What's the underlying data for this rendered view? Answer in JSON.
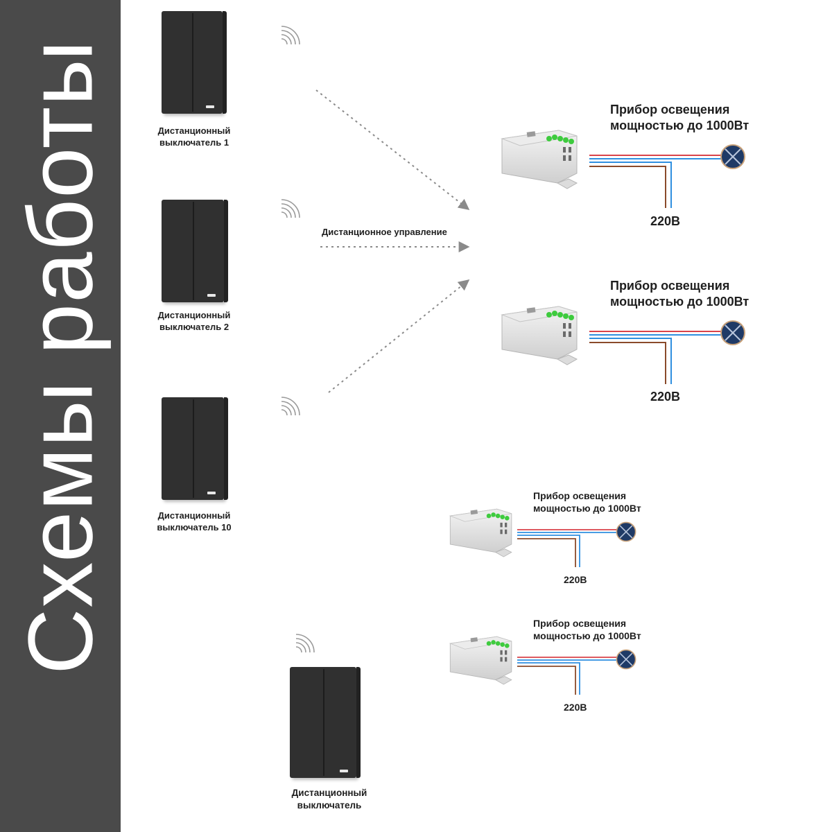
{
  "page": {
    "title": "Схемы работы"
  },
  "switches": [
    {
      "line1": "Дистанционный",
      "line2": "выключатель 1"
    },
    {
      "line1": "Дистанционный",
      "line2": "выключатель 2"
    },
    {
      "line1": "Дистанционный",
      "line2": "выключатель 10"
    },
    {
      "line1": "Дистанционный",
      "line2": "выключатель"
    }
  ],
  "remote_control_label": "Дистанционное управление",
  "devices": [
    {
      "line1": "Прибор освещения",
      "line2": "мощностью до 1000Вт",
      "voltage": "220В"
    },
    {
      "line1": "Прибор освещения",
      "line2": "мощностью до 1000Вт",
      "voltage": "220В"
    },
    {
      "line1": "Прибор освещения",
      "line2": "мощностью до 1000Вт",
      "voltage": "220В"
    },
    {
      "line1": "Прибор освещения",
      "line2": "мощностью до 1000Вт",
      "voltage": "220В"
    }
  ],
  "colors": {
    "sidebar": "#4a4a4a",
    "switch": "#303030",
    "wire_red": "#d9434a",
    "wire_blue": "#2f8fe0",
    "wire_brown": "#8a4a2a",
    "lamp": "#1f3a66",
    "relay_led": "#3ecb3e"
  },
  "icons": [
    "wireless-signal-icon",
    "lamp-icon",
    "relay-module-icon",
    "wall-switch-icon"
  ]
}
